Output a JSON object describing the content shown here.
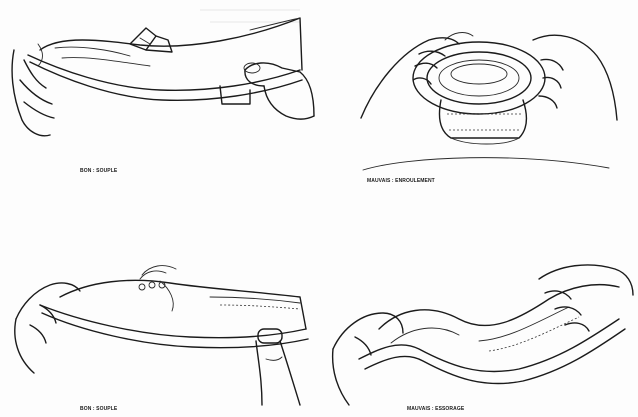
{
  "panels": [
    {
      "caption": "BON : SOUPLE"
    },
    {
      "caption": "MAUVAIS : ENROULEMENT"
    },
    {
      "caption": "BON : SOUPLE"
    },
    {
      "caption": "MAUVAIS : ESSORAGE"
    }
  ]
}
